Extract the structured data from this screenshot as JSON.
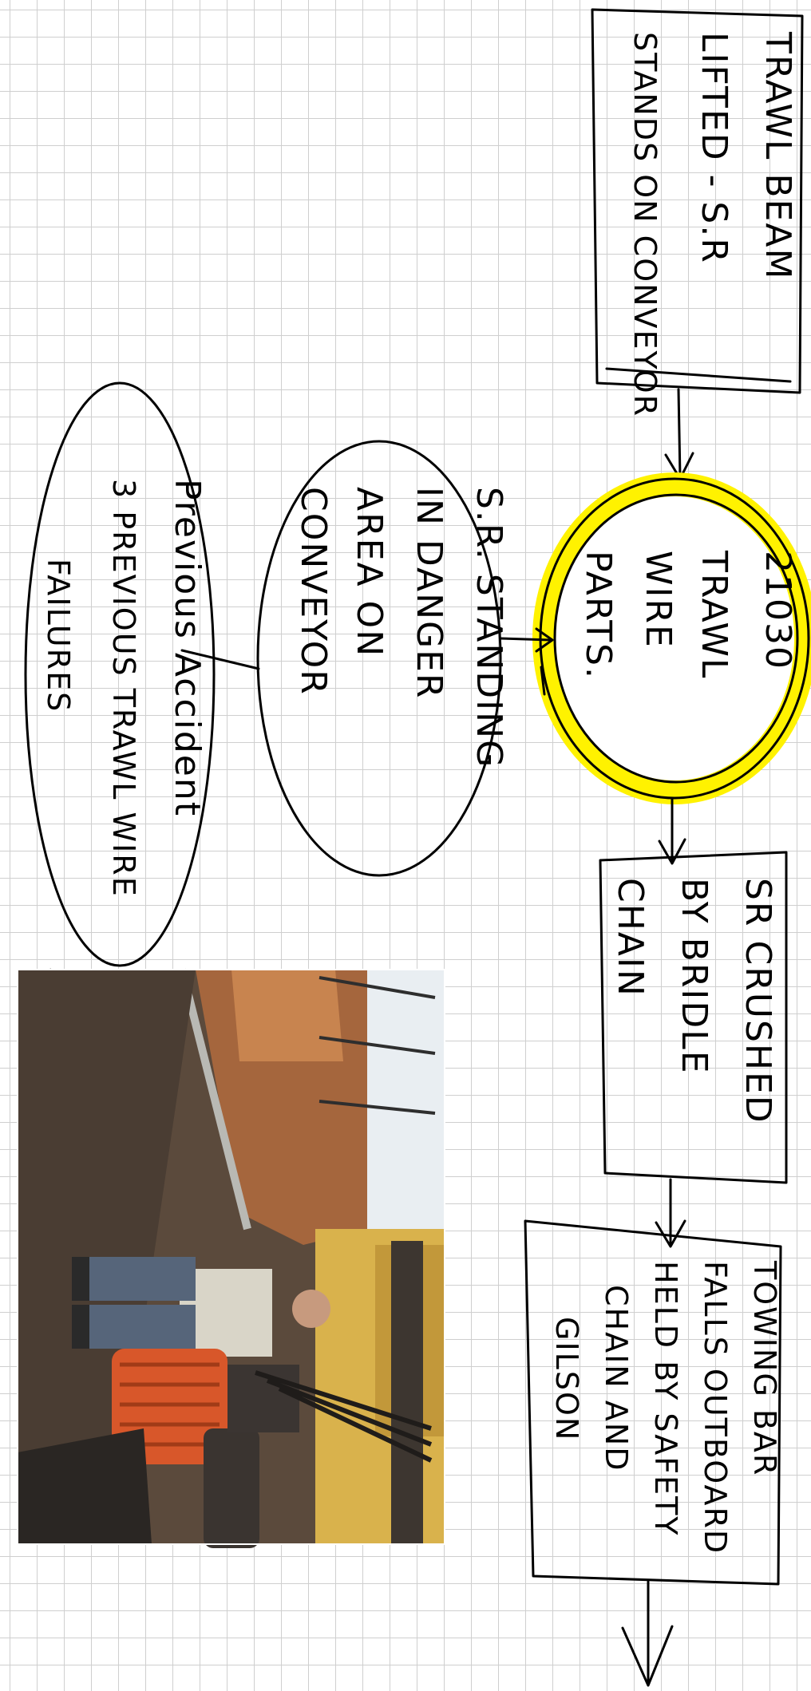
{
  "colors": {
    "paper": "#ffffff",
    "grid": "#cfcfcf",
    "ink": "#000000",
    "highlight": "#fff200"
  },
  "boxes": {
    "trawl_beam": {
      "lines": [
        "TRAWL BEAM",
        "LIFTED - S.R",
        "STANDS ON CONVEYOR"
      ]
    },
    "center": {
      "lines": [
        "21030",
        "TRAWL",
        "WIRE",
        "PARTS."
      ]
    },
    "sr_crushed": {
      "lines": [
        "SR CRUSHED",
        "BY BRIDLE",
        "CHAIN"
      ]
    },
    "towing_bar": {
      "lines": [
        "TOWING BAR",
        "FALLS OUTBOARD",
        "HELD BY SAFETY",
        "CHAIN AND",
        "GILSON"
      ]
    },
    "sr_standing": {
      "lines": [
        "S.R. STANDING",
        "IN DANGER",
        "AREA ON",
        "CONVEYOR"
      ]
    },
    "previous": {
      "lines": [
        "Previous Accident",
        "3 PREVIOUS TRAWL WIRE",
        "FAILURES"
      ]
    }
  },
  "photo": {
    "icon": "deck-photo-icon"
  }
}
